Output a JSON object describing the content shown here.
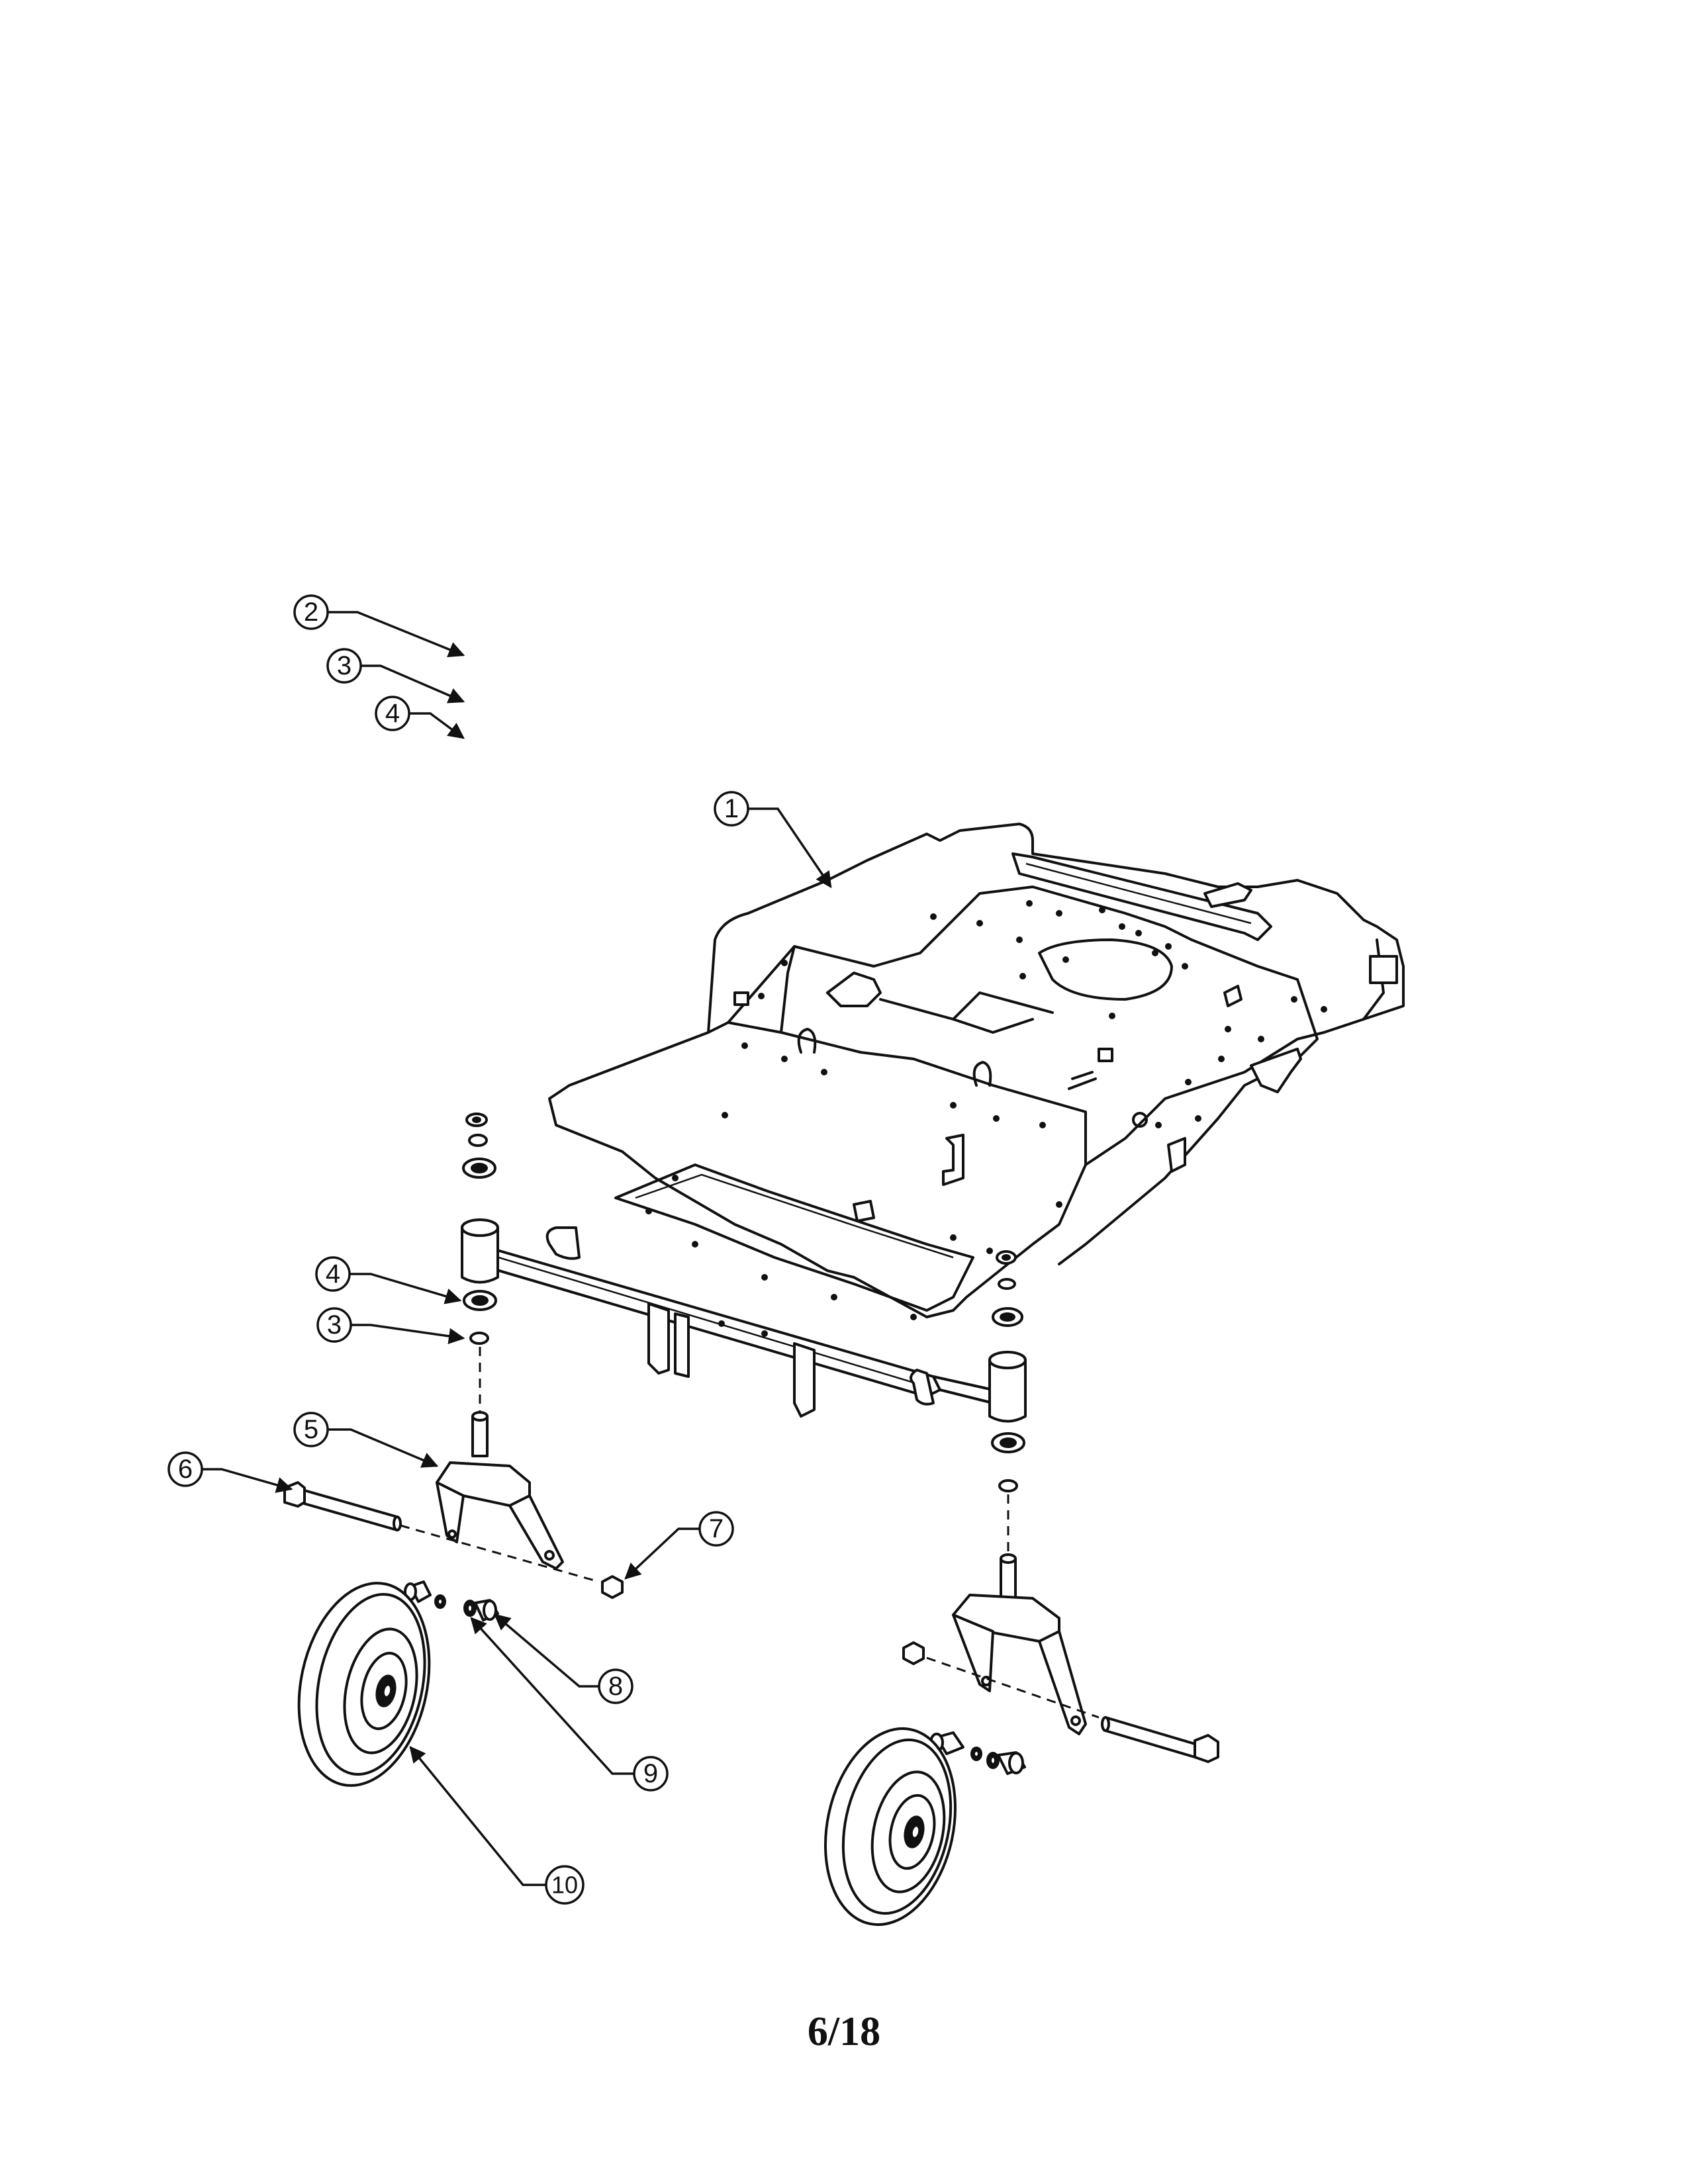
{
  "page": {
    "number": "6/18"
  },
  "callouts": [
    {
      "id": "callout-1",
      "label": "1"
    },
    {
      "id": "callout-2",
      "label": "2"
    },
    {
      "id": "callout-3-upper",
      "label": "3"
    },
    {
      "id": "callout-4-upper",
      "label": "4"
    },
    {
      "id": "callout-4-lower",
      "label": "4"
    },
    {
      "id": "callout-3-lower",
      "label": "3"
    },
    {
      "id": "callout-5",
      "label": "5"
    },
    {
      "id": "callout-6",
      "label": "6"
    },
    {
      "id": "callout-7",
      "label": "7"
    },
    {
      "id": "callout-8",
      "label": "8"
    },
    {
      "id": "callout-9",
      "label": "9"
    },
    {
      "id": "callout-10",
      "label": "10"
    }
  ]
}
